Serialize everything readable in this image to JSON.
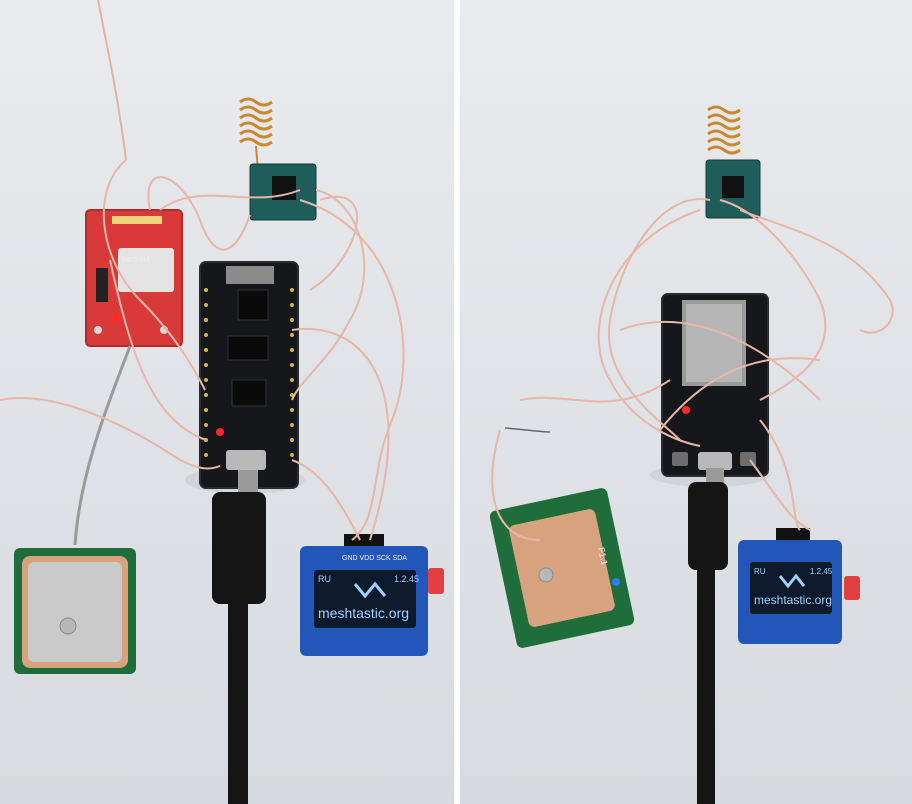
{
  "left_photo": {
    "oled": {
      "header_left": "RU",
      "header_right": "1.2.45",
      "brand": "meshtastic.org",
      "pin_labels": "GND VDD SCK SDA"
    },
    "gps_module_label": "NEO-6M"
  },
  "right_photo": {
    "oled": {
      "header_left": "RU",
      "header_right": "1.2.45",
      "brand": "meshtastic.org"
    },
    "patch_label": "F1.1"
  },
  "colors": {
    "background": "#e3e6ea",
    "wire": "#e8b7a8",
    "pcb_black": "#16171a",
    "pcb_red": "#d83a3a",
    "pcb_green": "#1f6d3a",
    "oled_pcb": "#2256b8",
    "oled_screen": "#0d1a2b",
    "cable": "#151515",
    "led_red": "#ff2a2a",
    "led_blue": "#2f7bff"
  }
}
